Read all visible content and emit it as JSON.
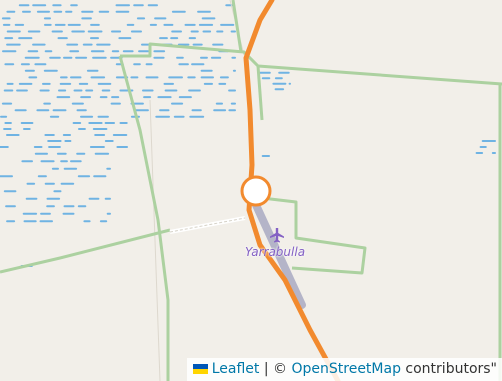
{
  "map": {
    "place_label": "Yarrabulla",
    "colors": {
      "land": "#f2efe9",
      "boundary": "#acd1a0",
      "road": "#f28a2e",
      "wetland": "#6fb3e3",
      "runway": "#b4b4c8",
      "aerodrome_icon": "#8461c4",
      "marker_fill": "#ffffff",
      "marker_stroke": "#f28a2e"
    },
    "icons": [
      "airplane-icon",
      "ukraine-flag-icon"
    ]
  },
  "attribution": {
    "leaflet_label": "Leaflet",
    "separator": "|",
    "copyright_prefix": "©",
    "osm_label": "OpenStreetMap",
    "suffix": "contributors\""
  }
}
